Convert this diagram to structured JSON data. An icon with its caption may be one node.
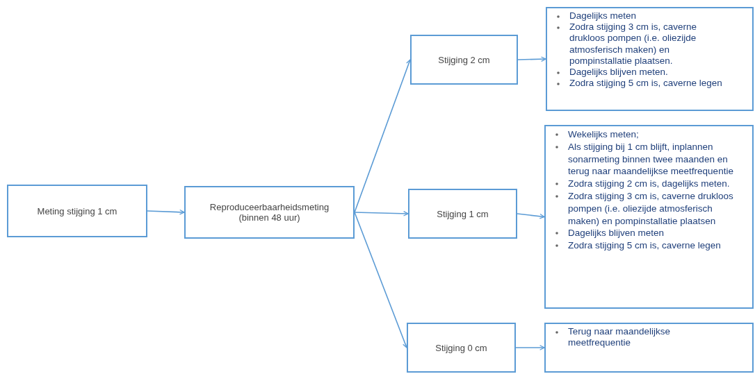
{
  "diagram": {
    "nodes": [
      {
        "text": [
          "Meting stijging 1 cm"
        ]
      },
      {
        "text": [
          "Reproduceerbaarheidsmeting (binnen 48 uur)"
        ]
      },
      {
        "text": [
          "Stijging 2 cm"
        ]
      },
      {
        "text": [
          "Dagelijks meten",
          "Zodra stijging 3 cm is, caverne drukloos pompen (i.e. oliezijde atmosferisch maken) en pompinstallatie plaatsen.",
          "Dagelijks blijven meten.",
          "Zodra stijging 5 cm is, caverne legen"
        ]
      },
      {
        "text": [
          "Stijging 1 cm"
        ]
      },
      {
        "text": [
          "Wekelijks meten;",
          "Als stijging bij 1 cm blijft, inplannen sonarmeting binnen twee maanden en terug naar maandelijkse meetfrequentie",
          "Zodra stijging 2 cm is, dagelijks meten.",
          "Zodra stijging 3 cm is, caverne drukloos pompen (i.e. oliezijde atmosferisch maken) en pompinstallatie plaatsen",
          "Dagelijks blijven meten",
          "Zodra stijging 5 cm is, caverne legen"
        ]
      },
      {
        "text": [
          "Stijging 0 cm"
        ]
      },
      {
        "text": [
          "Terug naar maandelijkse meetfrequentie"
        ]
      }
    ],
    "edges": [
      {
        "from": 0,
        "to": 1,
        "arrow": "to"
      },
      {
        "from": 1,
        "to": 2,
        "arrow": "to"
      },
      {
        "from": 1,
        "to": 4,
        "arrow": "to"
      },
      {
        "from": 1,
        "to": 6,
        "arrow": "to"
      },
      {
        "from": 2,
        "to": 3,
        "arrow": "to"
      },
      {
        "from": 4,
        "to": 5,
        "arrow": "to"
      },
      {
        "from": 6,
        "to": 7,
        "arrow": "to"
      }
    ]
  }
}
